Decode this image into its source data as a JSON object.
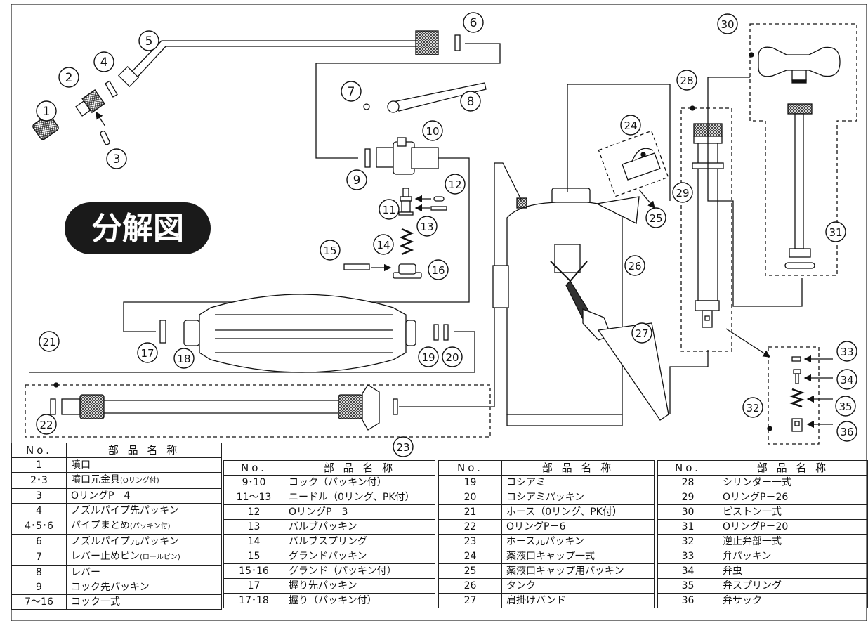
{
  "title_badge": "分解図",
  "callouts": [
    "1",
    "2",
    "3",
    "4",
    "5",
    "6",
    "7",
    "8",
    "9",
    "10",
    "11",
    "12",
    "13",
    "14",
    "15",
    "16",
    "17",
    "18",
    "19",
    "20",
    "21",
    "22",
    "23",
    "24",
    "25",
    "26",
    "27",
    "28",
    "29",
    "30",
    "31",
    "32",
    "33",
    "34",
    "35",
    "36"
  ],
  "table_header": {
    "no": "No.",
    "name": "部 品 名 称"
  },
  "parts_col1": [
    {
      "no": "1",
      "name": "噴口",
      "note": ""
    },
    {
      "no": "2･3",
      "name": "噴口元金具",
      "note": "(Oリング付)"
    },
    {
      "no": "3",
      "name": "OリングP－4",
      "note": ""
    },
    {
      "no": "4",
      "name": "ノズルパイプ先パッキン",
      "note": ""
    },
    {
      "no": "4･5･6",
      "name": "パイプまとめ",
      "note": "(パッキン付)"
    },
    {
      "no": "6",
      "name": "ノズルパイプ元パッキン",
      "note": ""
    },
    {
      "no": "7",
      "name": "レバー止めピン",
      "note": "(ロールピン)"
    },
    {
      "no": "8",
      "name": "レバー",
      "note": ""
    },
    {
      "no": "9",
      "name": "コック先パッキン",
      "note": ""
    },
    {
      "no": "7～16",
      "name": "コック一式",
      "note": ""
    }
  ],
  "parts_col2": [
    {
      "no": "9･10",
      "name": "コック（パッキン付）"
    },
    {
      "no": "11～13",
      "name": "ニードル（0リング、PK付）"
    },
    {
      "no": "12",
      "name": "OリングP－3"
    },
    {
      "no": "13",
      "name": "バルブパッキン"
    },
    {
      "no": "14",
      "name": "バルブスプリング"
    },
    {
      "no": "15",
      "name": "グランドパッキン"
    },
    {
      "no": "15･16",
      "name": "グランド（パッキン付）"
    },
    {
      "no": "17",
      "name": "握り先パッキン"
    },
    {
      "no": "17･18",
      "name": "握り（パッキン付）"
    }
  ],
  "parts_col3": [
    {
      "no": "19",
      "name": "コシアミ"
    },
    {
      "no": "20",
      "name": "コシアミパッキン"
    },
    {
      "no": "21",
      "name": "ホース（0リング、PK付）"
    },
    {
      "no": "22",
      "name": "OリングP－6"
    },
    {
      "no": "23",
      "name": "ホース元パッキン"
    },
    {
      "no": "24",
      "name": "薬液口キャップ一式"
    },
    {
      "no": "25",
      "name": "薬液口キャップ用パッキン"
    },
    {
      "no": "26",
      "name": "タンク"
    },
    {
      "no": "27",
      "name": "肩掛けバンド"
    }
  ],
  "parts_col4": [
    {
      "no": "28",
      "name": "シリンダー一式"
    },
    {
      "no": "29",
      "name": "OリングP－26"
    },
    {
      "no": "30",
      "name": "ピストン一式"
    },
    {
      "no": "31",
      "name": "OリングP－20"
    },
    {
      "no": "32",
      "name": "逆止弁部一式"
    },
    {
      "no": "33",
      "name": "弁パッキン"
    },
    {
      "no": "34",
      "name": "弁虫"
    },
    {
      "no": "35",
      "name": "弁スプリング"
    },
    {
      "no": "36",
      "name": "弁サック"
    }
  ]
}
